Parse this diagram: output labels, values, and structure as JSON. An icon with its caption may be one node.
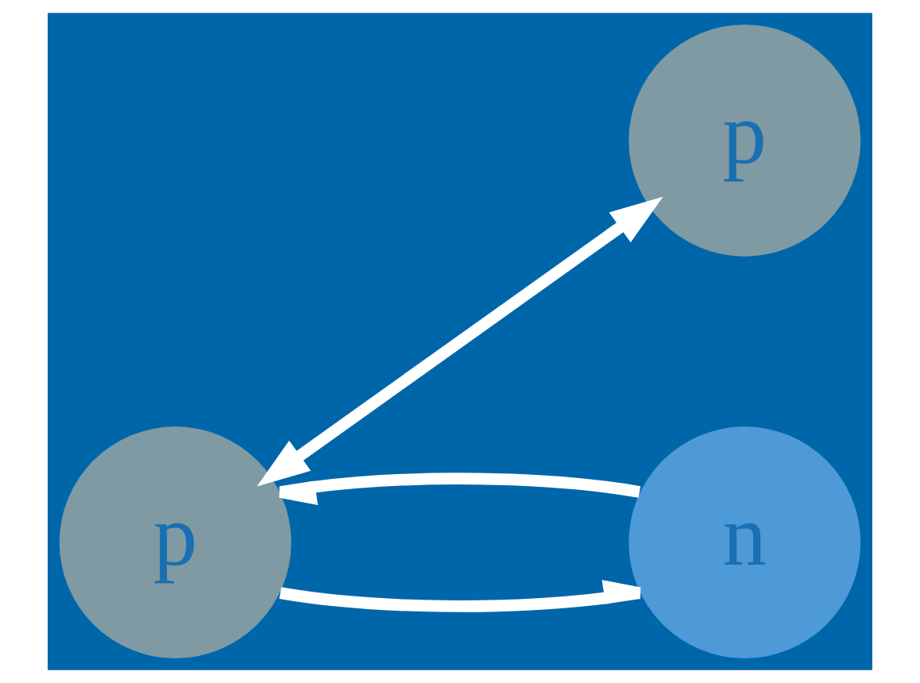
{
  "diagram": {
    "nodes": [
      {
        "text": [
          "p"
        ]
      },
      {
        "text": [
          "p"
        ]
      },
      {
        "text": [
          "n"
        ]
      }
    ],
    "edges": [
      {
        "from": 1,
        "to": 0,
        "arrow": "both"
      },
      {
        "from": 1,
        "to": 2,
        "arrow": "to"
      },
      {
        "from": 2,
        "to": 1,
        "arrow": "to"
      }
    ]
  }
}
